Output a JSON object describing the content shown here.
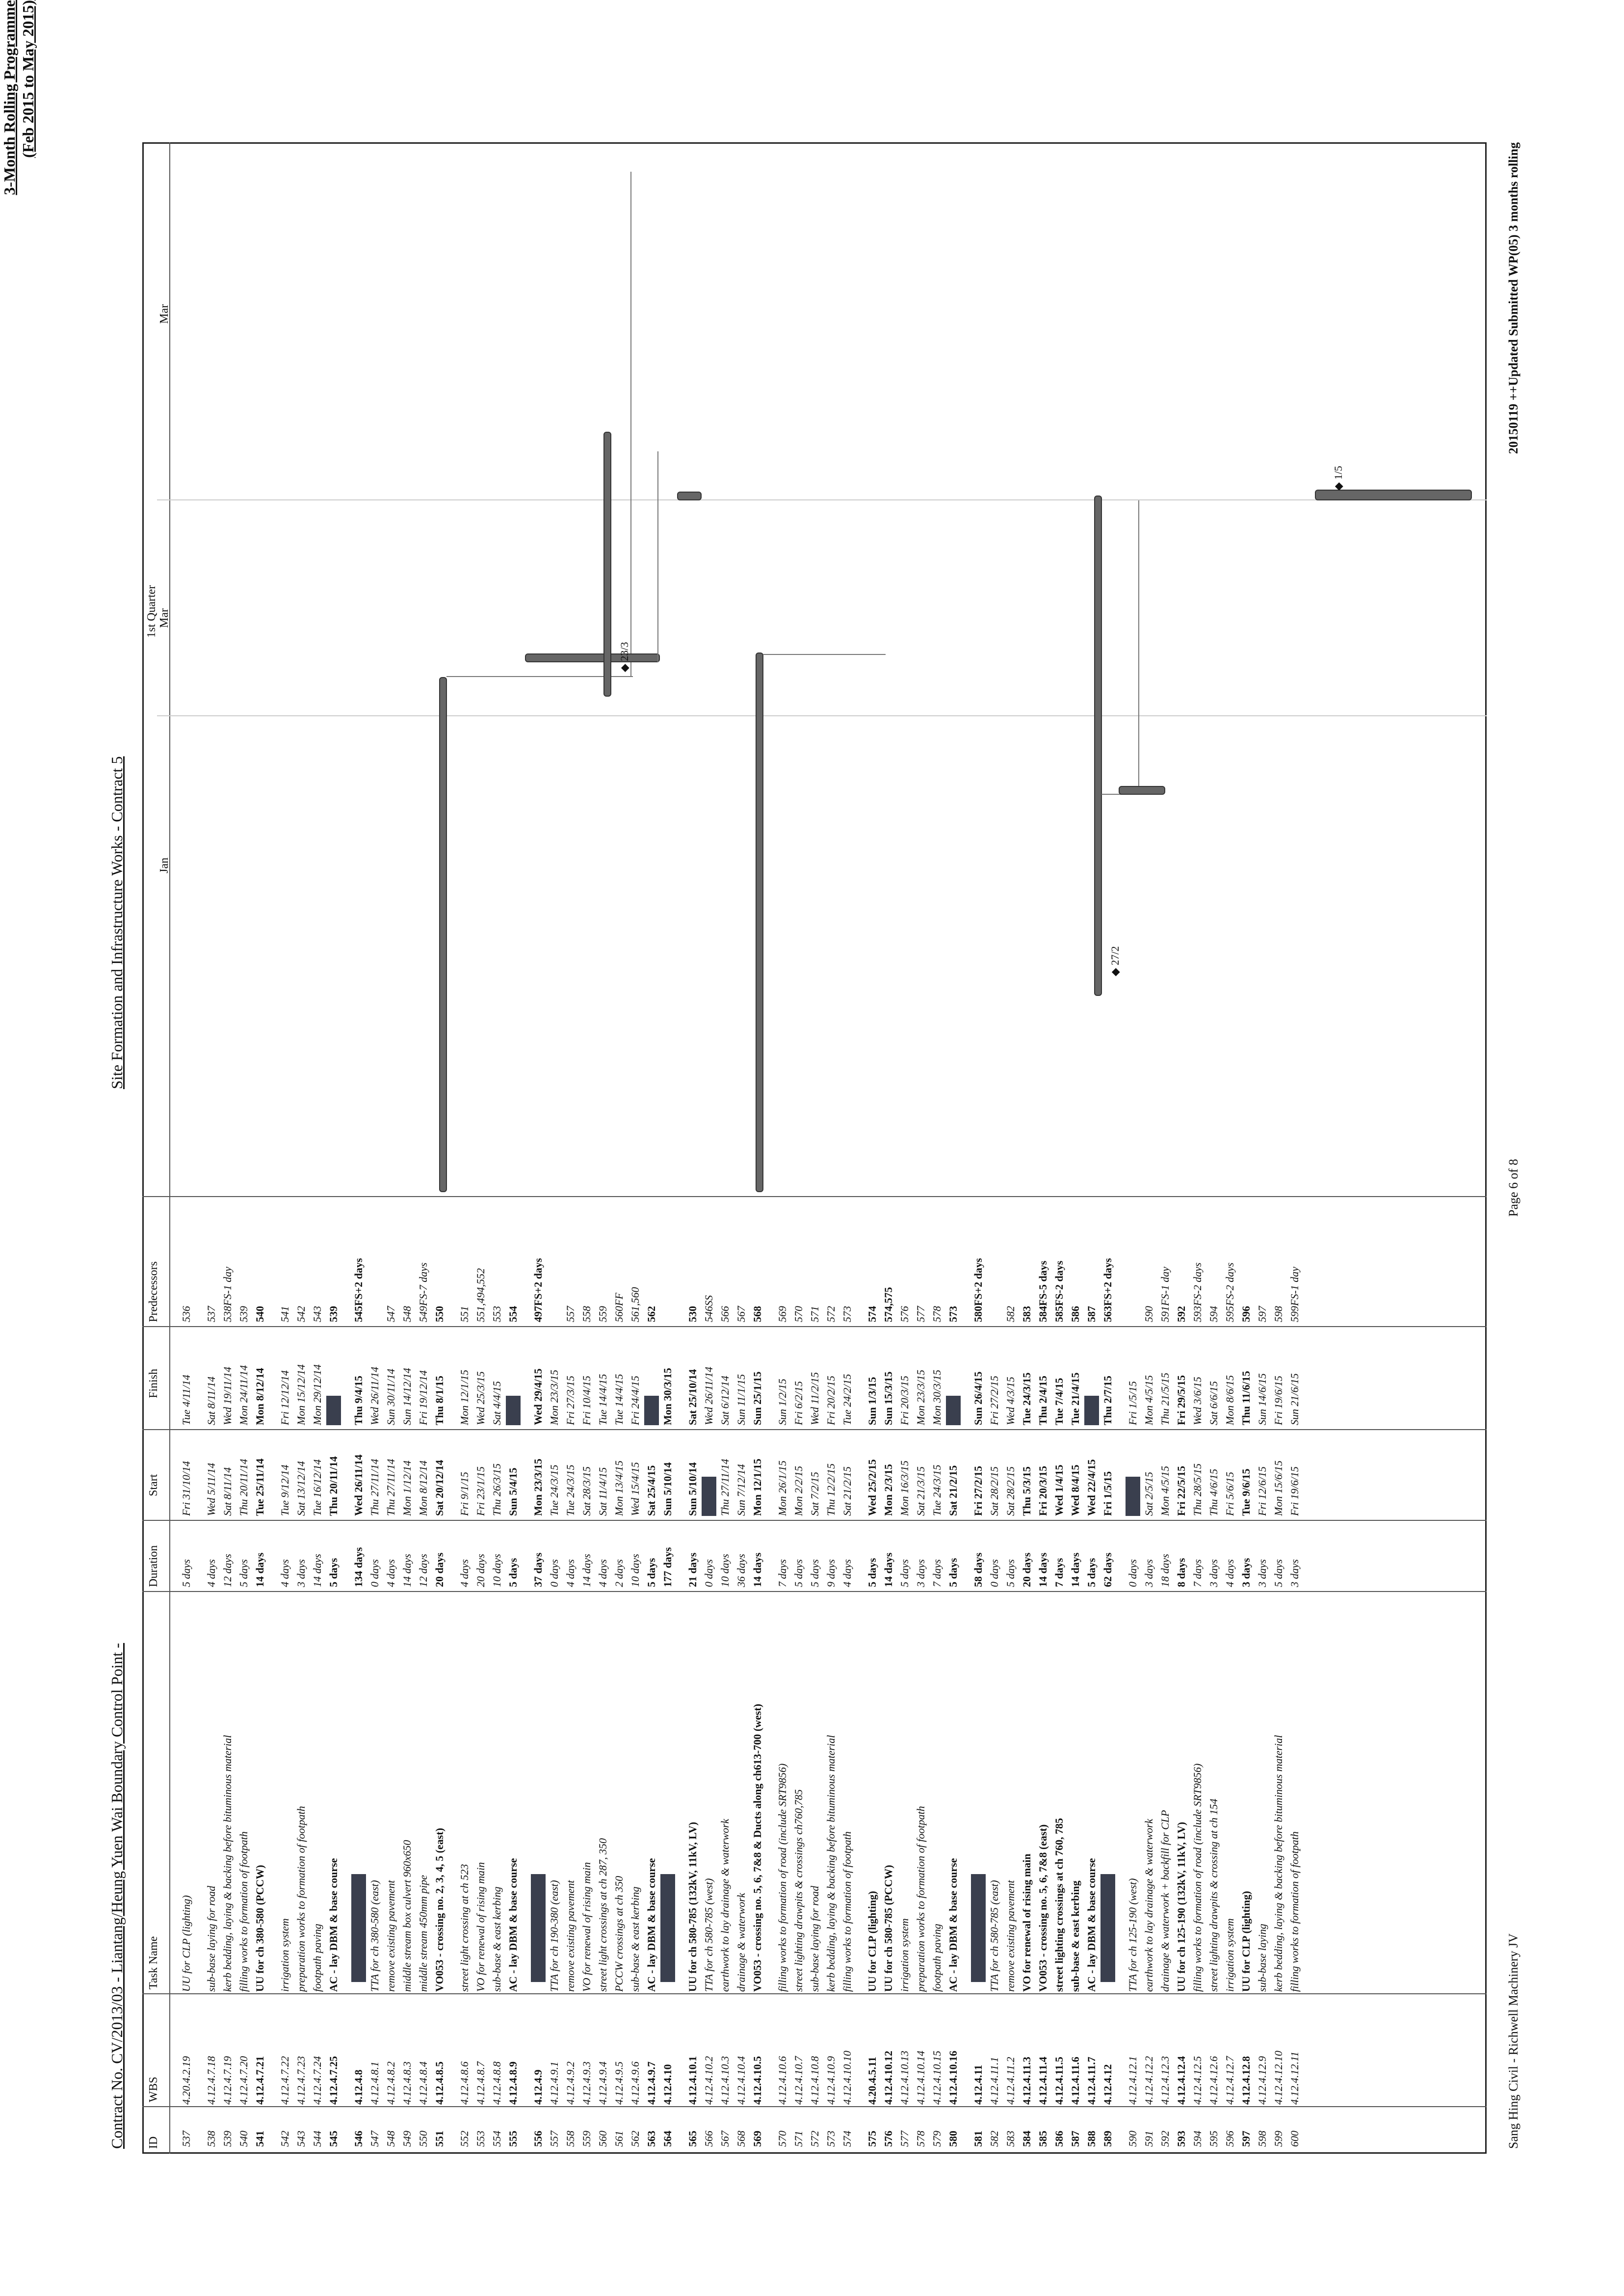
{
  "header": {
    "left": "Contract No. CV/2013/03 - Liantang/Heung Yuen Wai Boundary Control Point -",
    "middle": "Site Formation and Infrastructure Works - Contract 5",
    "right_line1": "3-Month Rolling Programme",
    "right_line2": "(Feb 2015 to May 2015)"
  },
  "columns": {
    "id": "ID",
    "wbs": "WBS",
    "task": "Task Name",
    "duration": "Duration",
    "start": "Start",
    "finish": "Finish",
    "predecessors": "Predecessors"
  },
  "timeline": {
    "quarter": "1st Quarter",
    "months": [
      "Jan",
      "Mar",
      "Mar"
    ]
  },
  "rows": [
    {
      "id": "537",
      "wbs": "4.20.4.2.19",
      "name": "UU for CLP (lighting)",
      "dur": "5 days",
      "start": "Fri 31/10/14",
      "finish": "Tue 4/11/14",
      "pred": "536"
    },
    {
      "id": "538",
      "wbs": "4.12.4.7.18",
      "name": "sub-base laying for road",
      "dur": "4 days",
      "start": "Wed 5/11/14",
      "finish": "Sat 8/11/14",
      "pred": "537"
    },
    {
      "id": "539",
      "wbs": "4.12.4.7.19",
      "name": "kerb bedding, laying & backing before bituminous material",
      "dur": "12 days",
      "start": "Sat 8/11/14",
      "finish": "Wed 19/11/14",
      "pred": "538FS-1 day"
    },
    {
      "id": "540",
      "wbs": "4.12.4.7.20",
      "name": "filling works to formation of footpath",
      "dur": "5 days",
      "start": "Thu 20/11/14",
      "finish": "Mon 24/11/14",
      "pred": "539"
    },
    {
      "id": "541",
      "wbs": "4.12.4.7.21",
      "name": "UU for ch 380-580 (PCCW)",
      "dur": "14 days",
      "start": "Tue 25/11/14",
      "finish": "Mon 8/12/14",
      "pred": "540"
    },
    {
      "id": "542",
      "wbs": "4.12.4.7.22",
      "name": "irrigation system",
      "dur": "4 days",
      "start": "Tue 9/12/14",
      "finish": "Fri 12/12/14",
      "pred": "541"
    },
    {
      "id": "543",
      "wbs": "4.12.4.7.23",
      "name": "preparation works to formation of footpath",
      "dur": "3 days",
      "start": "Sat 13/12/14",
      "finish": "Mon 15/12/14",
      "pred": "542"
    },
    {
      "id": "544",
      "wbs": "4.12.4.7.24",
      "name": "footpath paving",
      "dur": "14 days",
      "start": "Tue 16/12/14",
      "finish": "Mon 29/12/14",
      "pred": "543"
    },
    {
      "id": "545",
      "wbs": "4.12.4.7.25",
      "name": "AC - lay DBM & base course",
      "dur": "5 days",
      "start": "Thu 20/11/14",
      "finish": "",
      "pred": "539"
    },
    {
      "id": "546",
      "wbs": "4.12.4.8",
      "name": "",
      "dur": "134 days",
      "start": "Wed 26/11/14",
      "finish": "Thu 9/4/15",
      "pred": "545FS+2 days"
    },
    {
      "id": "547",
      "wbs": "4.12.4.8.1",
      "name": "TTA for ch 380-580 (east)",
      "dur": "0 days",
      "start": "Thu 27/11/14",
      "finish": "Wed 26/11/14",
      "pred": ""
    },
    {
      "id": "548",
      "wbs": "4.12.4.8.2",
      "name": "remove existing pavement",
      "dur": "4 days",
      "start": "Thu 27/11/14",
      "finish": "Sun 30/11/14",
      "pred": "547"
    },
    {
      "id": "549",
      "wbs": "4.12.4.8.3",
      "name": "middle stream box culvert 960x650",
      "dur": "14 days",
      "start": "Mon 1/12/14",
      "finish": "Sun 14/12/14",
      "pred": "548"
    },
    {
      "id": "550",
      "wbs": "4.12.4.8.4",
      "name": "middle stream 450mm pipe",
      "dur": "12 days",
      "start": "Mon 8/12/14",
      "finish": "Fri 19/12/14",
      "pred": "549FS-7 days"
    },
    {
      "id": "551",
      "wbs": "4.12.4.8.5",
      "name": "VO053 - crossing no. 2, 3, 4, 5 (east)",
      "dur": "20 days",
      "start": "Sat 20/12/14",
      "finish": "Thu 8/1/15",
      "pred": "550"
    },
    {
      "id": "552",
      "wbs": "4.12.4.8.6",
      "name": "street light crossing at ch 523",
      "dur": "4 days",
      "start": "Fri 9/1/15",
      "finish": "Mon 12/1/15",
      "pred": "551"
    },
    {
      "id": "553",
      "wbs": "4.12.4.8.7",
      "name": "VO for renewal of rising main",
      "dur": "20 days",
      "start": "Fri 23/1/15",
      "finish": "Wed 25/3/15",
      "pred": "551,494,552"
    },
    {
      "id": "554",
      "wbs": "4.12.4.8.8",
      "name": "sub-base & east kerbing",
      "dur": "10 days",
      "start": "Thu 26/3/15",
      "finish": "Sat 4/4/15",
      "pred": "553"
    },
    {
      "id": "555",
      "wbs": "4.12.4.8.9",
      "name": "AC - lay DBM & base course",
      "dur": "5 days",
      "start": "Sun 5/4/15",
      "finish": "",
      "pred": "554"
    },
    {
      "id": "556",
      "wbs": "4.12.4.9",
      "name": "",
      "dur": "37 days",
      "start": "Mon 23/3/15",
      "finish": "Wed 29/4/15",
      "pred": "497FS+2 days"
    },
    {
      "id": "557",
      "wbs": "4.12.4.9.1",
      "name": "TTA for ch 190-380 (east)",
      "dur": "0 days",
      "start": "Tue 24/3/15",
      "finish": "Mon 23/3/15",
      "pred": ""
    },
    {
      "id": "558",
      "wbs": "4.12.4.9.2",
      "name": "remove existing pavement",
      "dur": "4 days",
      "start": "Tue 24/3/15",
      "finish": "Fri 27/3/15",
      "pred": "557"
    },
    {
      "id": "559",
      "wbs": "4.12.4.9.3",
      "name": "VO for renewal of rising main",
      "dur": "14 days",
      "start": "Sat 28/3/15",
      "finish": "Fri 10/4/15",
      "pred": "558"
    },
    {
      "id": "560",
      "wbs": "4.12.4.9.4",
      "name": "street light crossings at ch 287, 350",
      "dur": "4 days",
      "start": "Sat 11/4/15",
      "finish": "Tue 14/4/15",
      "pred": "559"
    },
    {
      "id": "561",
      "wbs": "4.12.4.9.5",
      "name": "PCCW crossings at ch 350",
      "dur": "2 days",
      "start": "Mon 13/4/15",
      "finish": "Tue 14/4/15",
      "pred": "560FF"
    },
    {
      "id": "562",
      "wbs": "4.12.4.9.6",
      "name": "sub-base & east kerbing",
      "dur": "10 days",
      "start": "Wed 15/4/15",
      "finish": "Fri 24/4/15",
      "pred": "561,560"
    },
    {
      "id": "563",
      "wbs": "4.12.4.9.7",
      "name": "AC - lay DBM & base course",
      "dur": "5 days",
      "start": "Sat 25/4/15",
      "finish": "",
      "pred": "562"
    },
    {
      "id": "564",
      "wbs": "4.12.4.10",
      "name": "",
      "dur": "177 days",
      "start": "Sun 5/10/14",
      "finish": "Mon 30/3/15",
      "pred": ""
    },
    {
      "id": "565",
      "wbs": "4.12.4.10.1",
      "name": "UU for ch 580-785 (132kV, 11kV, LV)",
      "dur": "21 days",
      "start": "Sun 5/10/14",
      "finish": "Sat 25/10/14",
      "pred": "530"
    },
    {
      "id": "566",
      "wbs": "4.12.4.10.2",
      "name": "TTA for ch 580-785 (west)",
      "dur": "0 days",
      "start": "",
      "finish": "Wed 26/11/14",
      "pred": "546SS"
    },
    {
      "id": "567",
      "wbs": "4.12.4.10.3",
      "name": "earthwork to lay drainage & waterwork",
      "dur": "10 days",
      "start": "Thu 27/11/14",
      "finish": "Sat 6/12/14",
      "pred": "566"
    },
    {
      "id": "568",
      "wbs": "4.12.4.10.4",
      "name": "drainage & waterwork",
      "dur": "36 days",
      "start": "Sun 7/12/14",
      "finish": "Sun 11/1/15",
      "pred": "567"
    },
    {
      "id": "569",
      "wbs": "4.12.4.10.5",
      "name": "VO053 - crossing no. 5, 6, 7&8 & Ducts along ch613-700 (west)",
      "dur": "14 days",
      "start": "Mon 12/1/15",
      "finish": "Sun 25/1/15",
      "pred": "568"
    },
    {
      "id": "570",
      "wbs": "4.12.4.10.6",
      "name": "filling works to formation of road (include SRT9856)",
      "dur": "7 days",
      "start": "Mon 26/1/15",
      "finish": "Sun 1/2/15",
      "pred": "569"
    },
    {
      "id": "571",
      "wbs": "4.12.4.10.7",
      "name": "street lighting drawpits & crossings ch760,785",
      "dur": "5 days",
      "start": "Mon 2/2/15",
      "finish": "Fri 6/2/15",
      "pred": "570"
    },
    {
      "id": "572",
      "wbs": "4.12.4.10.8",
      "name": "sub-base laying for road",
      "dur": "5 days",
      "start": "Sat 7/2/15",
      "finish": "Wed 11/2/15",
      "pred": "571"
    },
    {
      "id": "573",
      "wbs": "4.12.4.10.9",
      "name": "kerb bedding, laying & backing before bituminous material",
      "dur": "9 days",
      "start": "Thu 12/2/15",
      "finish": "Fri 20/2/15",
      "pred": "572"
    },
    {
      "id": "574",
      "wbs": "4.12.4.10.10",
      "name": "filling works to formation of footpath",
      "dur": "4 days",
      "start": "Sat 21/2/15",
      "finish": "Tue 24/2/15",
      "pred": "573"
    },
    {
      "id": "575",
      "wbs": "4.20.4.5.11",
      "name": "UU for CLP (lighting)",
      "dur": "5 days",
      "start": "Wed 25/2/15",
      "finish": "Sun 1/3/15",
      "pred": "574"
    },
    {
      "id": "576",
      "wbs": "4.12.4.10.12",
      "name": "UU for ch 580-785 (PCCW)",
      "dur": "14 days",
      "start": "Mon 2/3/15",
      "finish": "Sun 15/3/15",
      "pred": "574,575"
    },
    {
      "id": "577",
      "wbs": "4.12.4.10.13",
      "name": "irrigation system",
      "dur": "5 days",
      "start": "Mon 16/3/15",
      "finish": "Fri 20/3/15",
      "pred": "576"
    },
    {
      "id": "578",
      "wbs": "4.12.4.10.14",
      "name": "preparation works to formation of footpath",
      "dur": "3 days",
      "start": "Sat 21/3/15",
      "finish": "Mon 23/3/15",
      "pred": "577"
    },
    {
      "id": "579",
      "wbs": "4.12.4.10.15",
      "name": "footpath paving",
      "dur": "7 days",
      "start": "Tue 24/3/15",
      "finish": "Mon 30/3/15",
      "pred": "578"
    },
    {
      "id": "580",
      "wbs": "4.12.4.10.16",
      "name": "AC - lay DBM & base course",
      "dur": "5 days",
      "start": "Sat 21/2/15",
      "finish": "",
      "pred": "573"
    },
    {
      "id": "581",
      "wbs": "4.12.4.11",
      "name": "",
      "dur": "58 days",
      "start": "Fri 27/2/15",
      "finish": "Sun 26/4/15",
      "pred": "580FS+2 days"
    },
    {
      "id": "582",
      "wbs": "4.12.4.11.1",
      "name": "TTA for ch 580-785 (east)",
      "dur": "0 days",
      "start": "Sat 28/2/15",
      "finish": "Fri 27/2/15",
      "pred": ""
    },
    {
      "id": "583",
      "wbs": "4.12.4.11.2",
      "name": "remove existing pavement",
      "dur": "5 days",
      "start": "Sat 28/2/15",
      "finish": "Wed 4/3/15",
      "pred": "582"
    },
    {
      "id": "584",
      "wbs": "4.12.4.11.3",
      "name": "VO for renewal of rising main",
      "dur": "20 days",
      "start": "Thu 5/3/15",
      "finish": "Tue 24/3/15",
      "pred": "583"
    },
    {
      "id": "585",
      "wbs": "4.12.4.11.4",
      "name": "VO053 - crossing no. 5, 6, 7&8 (east)",
      "dur": "14 days",
      "start": "Fri 20/3/15",
      "finish": "Thu 2/4/15",
      "pred": "584FS-5 days"
    },
    {
      "id": "586",
      "wbs": "4.12.4.11.5",
      "name": "street lighting crossings at ch 760, 785",
      "dur": "7 days",
      "start": "Wed 1/4/15",
      "finish": "Tue 7/4/15",
      "pred": "585FS-2 days"
    },
    {
      "id": "587",
      "wbs": "4.12.4.11.6",
      "name": "sub-base & east kerbing",
      "dur": "14 days",
      "start": "Wed 8/4/15",
      "finish": "Tue 21/4/15",
      "pred": "586"
    },
    {
      "id": "588",
      "wbs": "4.12.4.11.7",
      "name": "AC - lay DBM & base course",
      "dur": "5 days",
      "start": "Wed 22/4/15",
      "finish": "",
      "pred": "587"
    },
    {
      "id": "589",
      "wbs": "4.12.4.12",
      "name": "",
      "dur": "62 days",
      "start": "Fri 1/5/15",
      "finish": "Thu 2/7/15",
      "pred": "563FS+2 days"
    },
    {
      "id": "590",
      "wbs": "4.12.4.12.1",
      "name": "TTA for ch 125-190 (west)",
      "dur": "0 days",
      "start": "",
      "finish": "Fri 1/5/15",
      "pred": ""
    },
    {
      "id": "591",
      "wbs": "4.12.4.12.2",
      "name": "earthwork to lay drainage & waterwork",
      "dur": "3 days",
      "start": "Sat 2/5/15",
      "finish": "Mon 4/5/15",
      "pred": "590"
    },
    {
      "id": "592",
      "wbs": "4.12.4.12.3",
      "name": "drainage & waterwork + backfill for CLP",
      "dur": "18 days",
      "start": "Mon 4/5/15",
      "finish": "Thu 21/5/15",
      "pred": "591FS-1 day"
    },
    {
      "id": "593",
      "wbs": "4.12.4.12.4",
      "name": "UU for ch 125-190 (132kV, 11kV, LV)",
      "dur": "8 days",
      "start": "Fri 22/5/15",
      "finish": "Fri 29/5/15",
      "pred": "592"
    },
    {
      "id": "594",
      "wbs": "4.12.4.12.5",
      "name": "filling works to formation of road (include SRT9856)",
      "dur": "7 days",
      "start": "Thu 28/5/15",
      "finish": "Wed 3/6/15",
      "pred": "593FS-2 days"
    },
    {
      "id": "595",
      "wbs": "4.12.4.12.6",
      "name": "street lighting drawpits & crossing at ch 154",
      "dur": "3 days",
      "start": "Thu 4/6/15",
      "finish": "Sat 6/6/15",
      "pred": "594"
    },
    {
      "id": "596",
      "wbs": "4.12.4.12.7",
      "name": "irrigation system",
      "dur": "4 days",
      "start": "Fri 5/6/15",
      "finish": "Mon 8/6/15",
      "pred": "595FS-2 days"
    },
    {
      "id": "597",
      "wbs": "4.12.4.12.8",
      "name": "UU for CLP (lighting)",
      "dur": "3 days",
      "start": "Tue 9/6/15",
      "finish": "Thu 11/6/15",
      "pred": "596"
    },
    {
      "id": "598",
      "wbs": "4.12.4.12.9",
      "name": "sub-base laying",
      "dur": "3 days",
      "start": "Fri 12/6/15",
      "finish": "Sun 14/6/15",
      "pred": "597"
    },
    {
      "id": "599",
      "wbs": "4.12.4.12.10",
      "name": "kerb bedding, laying & backing before bituminous material",
      "dur": "5 days",
      "start": "Mon 15/6/15",
      "finish": "Fri 19/6/15",
      "pred": "598"
    },
    {
      "id": "600",
      "wbs": "4.12.4.12.11",
      "name": "filling works to formation of footpath",
      "dur": "3 days",
      "start": "Fri 19/6/15",
      "finish": "Sun 21/6/15",
      "pred": "599FS-1 day"
    }
  ],
  "milestones": [
    "23/3",
    "27/2",
    "1/5"
  ],
  "footer": {
    "left": "Sang Hing Civil - Richwell Machinery JV",
    "middle": "Page 6 of 8",
    "right": "20150119 ++Updated Submitted WP(05) 3 months rolling"
  }
}
